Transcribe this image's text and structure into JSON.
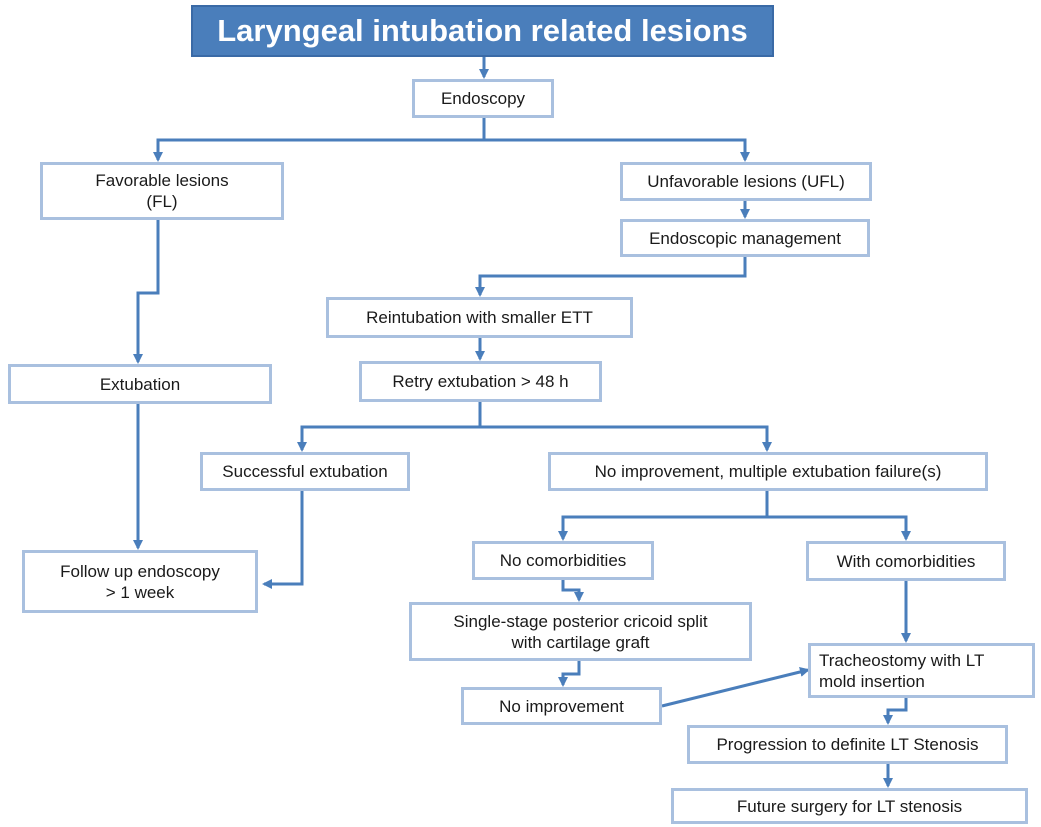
{
  "title": "Laryngeal intubation related lesions",
  "colors": {
    "title_fill": "#4a7ebb",
    "node_border": "#a9c0df",
    "arrow": "#4a7ebb"
  },
  "nodes": {
    "endoscopy": "Endoscopy",
    "favorable": "Favorable lesions\n(FL)",
    "unfavorable": "Unfavorable lesions (UFL)",
    "endo_mgmt": "Endoscopic management",
    "reintubation": "Reintubation with smaller ETT",
    "extubation": "Extubation",
    "retry": "Retry extubation > 48 h",
    "successful": "Successful extubation",
    "no_improve_multi": "No improvement, multiple extubation failure(s)",
    "follow_up": "Follow up endoscopy\n> 1 week",
    "no_comorb": "No comorbidities",
    "with_comorb": "With comorbidities",
    "cricoid_split": "Single-stage posterior cricoid split\nwith cartilage graft",
    "tracheostomy": "Tracheostomy with LT\nmold insertion",
    "no_improvement": "No improvement",
    "progression": "Progression to definite LT Stenosis",
    "future_surgery": "Future surgery for LT stenosis"
  }
}
